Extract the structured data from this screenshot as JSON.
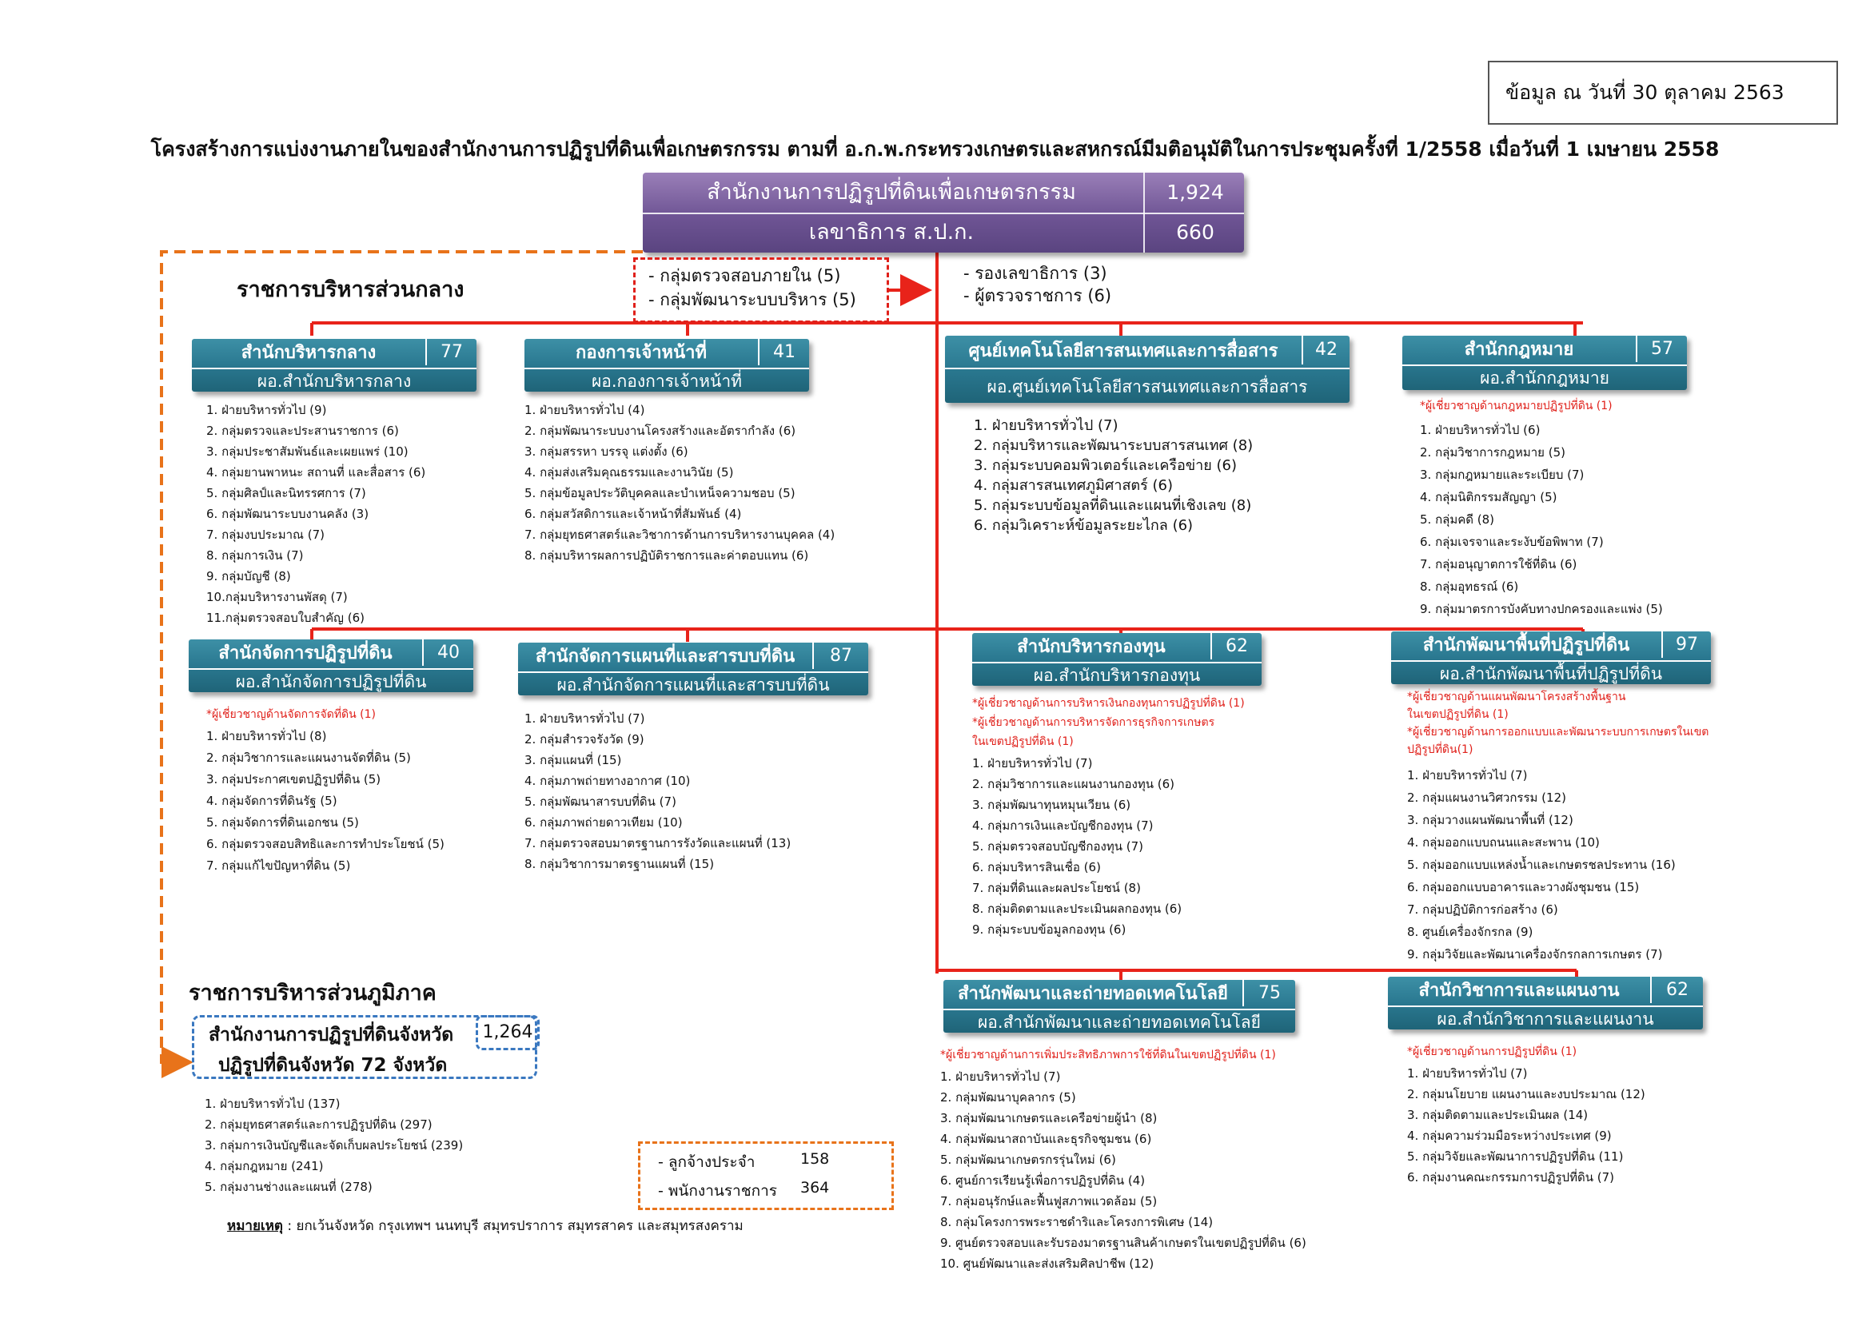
{
  "date_note": "ข้อมูล ณ วันที่ 30 ตุลาคม 2563",
  "title": "โครงสร้างการแบ่งงานภายในของสำนักงานการปฏิรูปที่ดินเพื่อเกษตรกรรม ตามที่ อ.ก.พ.กระทรวงเกษตรและสหกรณ์มีมติอนุมัติในการประชุมครั้งที่ 1/2558 เมื่อวันที่ 1 เมษายน 2558",
  "hq": {
    "name": "สำนักงานการปฏิรูปที่ดินเพื่อเกษตรกรรม",
    "count": "1,924",
    "sec_name": "เลขาธิการ ส.ป.ก.",
    "sec_count": "660"
  },
  "central_label": "ราชการบริหารส่วนกลาง",
  "regional_label": "ราชการบริหารส่วนภูมิภาค",
  "direct_units": [
    "- กลุ่มตรวจสอบภายใน (5)",
    "- กลุ่มพัฒนาระบบบริหาร (5)"
  ],
  "deputies": [
    "- รองเลขาธิการ (3)",
    "- ผู้ตรวจราชการ (6)"
  ],
  "units": {
    "u1": {
      "name": "สำนักบริหารกลาง",
      "count": "77",
      "sub": "ผอ.สำนักบริหารกลาง",
      "items": [
        "1. ฝ่ายบริหารทั่วไป (9)",
        "2. กลุ่มตรวจและประสานราชการ (6)",
        "3. กลุ่มประชาสัมพันธ์และเผยแพร่ (10)",
        "4. กลุ่มยานพาหนะ สถานที่ และสื่อสาร (6)",
        "5. กลุ่มศิลป์และนิทรรศการ (7)",
        "6. กลุ่มพัฒนาระบบงานคลัง (3)",
        "7. กลุ่มงบประมาณ (7)",
        "8. กลุ่มการเงิน (7)",
        "9. กลุ่มบัญชี (8)",
        "10.กลุ่มบริหารงานพัสดุ (7)",
        "11.กลุ่มตรวจสอบใบสำคัญ (6)"
      ]
    },
    "u2": {
      "name": "กองการเจ้าหน้าที่",
      "count": "41",
      "sub": "ผอ.กองการเจ้าหน้าที่",
      "items": [
        "1. ฝ่ายบริหารทั่วไป (4)",
        "2. กลุ่มพัฒนาระบบงานโครงสร้างและอัตรากำลัง (6)",
        "3. กลุ่มสรรหา บรรจุ แต่งตั้ง (6)",
        "4. กลุ่มส่งเสริมคุณธรรมและงานวินัย (5)",
        "5. กลุ่มข้อมูลประวัติบุคคลและบำเหน็จความชอบ (5)",
        "6. กลุ่มสวัสดิการและเจ้าหน้าที่สัมพันธ์ (4)",
        "7. กลุ่มยุทธศาสตร์และวิชาการด้านการบริหารงานบุคคล (4)",
        "8. กลุ่มบริหารผลการปฏิบัติราชการและค่าตอบแทน (6)"
      ]
    },
    "u3": {
      "name": "ศูนย์เทคโนโลยีสารสนเทศและการสื่อสาร",
      "count": "42",
      "sub": "ผอ.ศูนย์เทคโนโลยีสารสนเทศและการสื่อสาร",
      "items": [
        "1. ฝ่ายบริหารทั่วไป (7)",
        "2. กลุ่มบริหารและพัฒนาระบบสารสนเทศ (8)",
        "3. กลุ่มระบบคอมพิวเตอร์และเครือข่าย (6)",
        "4. กลุ่มสารสนเทศภูมิศาสตร์ (6)",
        "5. กลุ่มระบบข้อมูลที่ดินและแผนที่เชิงเลข (8)",
        "6. กลุ่มวิเคราะห์ข้อมูลระยะไกล (6)"
      ]
    },
    "u4": {
      "name": "สำนักกฎหมาย",
      "count": "57",
      "sub": "ผอ.สำนักกฎหมาย",
      "notes": [
        "*ผู้เชี่ยวชาญด้านกฎหมายปฏิรูปที่ดิน (1)"
      ],
      "items": [
        "1. ฝ่ายบริหารทั่วไป (6)",
        "2. กลุ่มวิชาการกฎหมาย (5)",
        "3. กลุ่มกฎหมายและระเบียบ (7)",
        "4. กลุ่มนิติกรรมสัญญา (5)",
        "5. กลุ่มคดี (8)",
        "6. กลุ่มเจรจาและระงับข้อพิพาท (7)",
        "7. กลุ่มอนุญาตการใช้ที่ดิน (6)",
        "8. กลุ่มอุทธรณ์ (6)",
        "9. กลุ่มมาตรการบังคับทางปกครองและแพ่ง (5)"
      ]
    },
    "u5": {
      "name": "สำนักจัดการปฏิรูปที่ดิน",
      "count": "40",
      "sub": "ผอ.สำนักจัดการปฏิรูปที่ดิน",
      "notes": [
        "*ผู้เชี่ยวชาญด้านจัดการจัดที่ดิน (1)"
      ],
      "items": [
        "1. ฝ่ายบริหารทั่วไป (8)",
        "2. กลุ่มวิชาการและแผนงานจัดที่ดิน (5)",
        "3. กลุ่มประกาศเขตปฏิรูปที่ดิน (5)",
        "4. กลุ่มจัดการที่ดินรัฐ (5)",
        "5. กลุ่มจัดการที่ดินเอกชน (5)",
        "6. กลุ่มตรวจสอบสิทธิและการทำประโยชน์ (5)",
        "7. กลุ่มแก้ไขปัญหาที่ดิน (5)"
      ]
    },
    "u6": {
      "name": "สำนักจัดการแผนที่และสารบบที่ดิน",
      "count": "87",
      "sub": "ผอ.สำนักจัดการแผนที่และสารบบที่ดิน",
      "items": [
        "1. ฝ่ายบริหารทั่วไป (7)",
        "2. กลุ่มสำรวจรังวัด (9)",
        "3. กลุ่มแผนที่ (15)",
        "4. กลุ่มภาพถ่ายทางอากาศ (10)",
        "5. กลุ่มพัฒนาสารบบที่ดิน (7)",
        "6. กลุ่มภาพถ่ายดาวเทียม (10)",
        "7. กลุ่มตรวจสอบมาตรฐานการรังวัดและแผนที่ (13)",
        "8. กลุ่มวิชาการมาตรฐานแผนที่ (15)"
      ]
    },
    "u7": {
      "name": "สำนักบริหารกองทุน",
      "count": "62",
      "sub": "ผอ.สำนักบริหารกองทุน",
      "notes": [
        "*ผู้เชี่ยวชาญด้านการบริหารเงินกองทุนการปฏิรูปที่ดิน (1)",
        "*ผู้เชี่ยวชาญด้านการบริหารจัดการธุรกิจการเกษตร",
        "  ในเขตปฏิรูปที่ดิน (1)"
      ],
      "items": [
        "1. ฝ่ายบริหารทั่วไป (7)",
        "2. กลุ่มวิชาการและแผนงานกองทุน (6)",
        "3. กลุ่มพัฒนาทุนหมุนเวียน (6)",
        "4. กลุ่มการเงินและบัญชีกองทุน (7)",
        "5. กลุ่มตรวจสอบบัญชีกองทุน (7)",
        "6. กลุ่มบริหารสินเชื่อ (6)",
        "7. กลุ่มที่ดินและผลประโยชน์ (8)",
        "8. กลุ่มติดตามและประเมินผลกองทุน (6)",
        "9. กลุ่มระบบข้อมูลกองทุน (6)"
      ]
    },
    "u8": {
      "name": "สำนักพัฒนาพื้นที่ปฏิรูปที่ดิน",
      "count": "97",
      "sub": "ผอ.สำนักพัฒนาพื้นที่ปฏิรูปที่ดิน",
      "notes": [
        "*ผู้เชี่ยวชาญด้านแผนพัฒนาโครงสร้างพื้นฐาน",
        "  ในเขตปฏิรูปที่ดิน (1)",
        "*ผู้เชี่ยวชาญด้านการออกแบบและพัฒนาระบบการเกษตรในเขต",
        "  ปฏิรูปที่ดิน(1)"
      ],
      "items": [
        "1. ฝ่ายบริหารทั่วไป (7)",
        "2. กลุ่มแผนงานวิศวกรรม (12)",
        "3. กลุ่มวางแผนพัฒนาพื้นที่ (12)",
        "4. กลุ่มออกแบบถนนและสะพาน (10)",
        "5. กลุ่มออกแบบแหล่งน้ำและเกษตรชลประทาน (16)",
        "6. กลุ่มออกแบบอาคารและวางผังชุมชน (15)",
        "7. กลุ่มปฏิบัติการก่อสร้าง (6)",
        "8. ศูนย์เครื่องจักรกล (9)",
        "9. กลุ่มวิจัยและพัฒนาเครื่องจักรกลการเกษตร (7)"
      ]
    },
    "u9": {
      "name": "สำนักพัฒนาและถ่ายทอดเทคโนโลยี",
      "count": "75",
      "sub": "ผอ.สำนักพัฒนาและถ่ายทอดเทคโนโลยี",
      "notes": [
        "*ผู้เชี่ยวชาญด้านการเพิ่มประสิทธิภาพการใช้ที่ดินในเขตปฏิรูปที่ดิน (1)"
      ],
      "items": [
        "1. ฝ่ายบริหารทั่วไป (7)",
        "2. กลุ่มพัฒนาบุคลากร (5)",
        "3. กลุ่มพัฒนาเกษตรและเครือข่ายผู้นำ (8)",
        "4. กลุ่มพัฒนาสถาบันและธุรกิจชุมชน (6)",
        "5. กลุ่มพัฒนาเกษตรกรรุ่นใหม่ (6)",
        "6. ศูนย์การเรียนรู้เพื่อการปฏิรูปที่ดิน (4)",
        "7. กลุ่มอนุรักษ์และฟื้นฟูสภาพแวดล้อม (5)",
        "8. กลุ่มโครงการพระราชดำริและโครงการพิเศษ (14)",
        "9. ศูนย์ตรวจสอบและรับรองมาตรฐานสินค้าเกษตรในเขตปฏิรูปที่ดิน (6)",
        "10. ศูนย์พัฒนาและส่งเสริมศิลปาชีพ (12)"
      ]
    },
    "u10": {
      "name": "สำนักวิชาการและแผนงาน",
      "count": "62",
      "sub": "ผอ.สำนักวิชาการและแผนงาน",
      "notes": [
        "*ผู้เชี่ยวชาญด้านการปฏิรูปที่ดิน (1)"
      ],
      "items": [
        "1. ฝ่ายบริหารทั่วไป (7)",
        "2. กลุ่มนโยบาย แผนงานและงบประมาณ (12)",
        "3. กลุ่มติดตามและประเมินผล (14)",
        "4. กลุ่มความร่วมมือระหว่างประเทศ (9)",
        "5. กลุ่มวิจัยและพัฒนาการปฏิรูปที่ดิน (11)",
        "6. กลุ่มงานคณะกรรมการปฏิรูปที่ดิน (7)"
      ]
    }
  },
  "province": {
    "name": "สำนักงานการปฏิรูปที่ดินจังหวัด",
    "count": "1,264",
    "sub": "ปฏิรูปที่ดินจังหวัด 72 จังหวัด",
    "items": [
      "1. ฝ่ายบริหารทั่วไป (137)",
      "2. กลุ่มยุทธศาสตร์และการปฏิรูปที่ดิน (297)",
      "3. กลุ่มการเงินบัญชีและจัดเก็บผลประโยชน์ (239)",
      "4. กลุ่มกฎหมาย (241)",
      "5. กลุ่มงานช่างและแผนที่ (278)"
    ]
  },
  "staff": [
    {
      "label": "- ลูกจ้างประจำ",
      "value": "158"
    },
    {
      "label": "- พนักงานราชการ",
      "value": "364"
    }
  ],
  "remark_label": "หมายเหตุ",
  "remark_text": " : ยกเว้นจังหวัด กรุงเทพฯ นนทบุรี สมุทรปราการ สมุทรสาคร และสมุทรสงคราม",
  "colors": {
    "unit_box": "#2a7890",
    "hq_box": "#6e5494",
    "connector": "#e8231a",
    "orange_dash": "#e8731a",
    "blue_dash": "#3a78c0",
    "note_red": "#e0201a"
  }
}
